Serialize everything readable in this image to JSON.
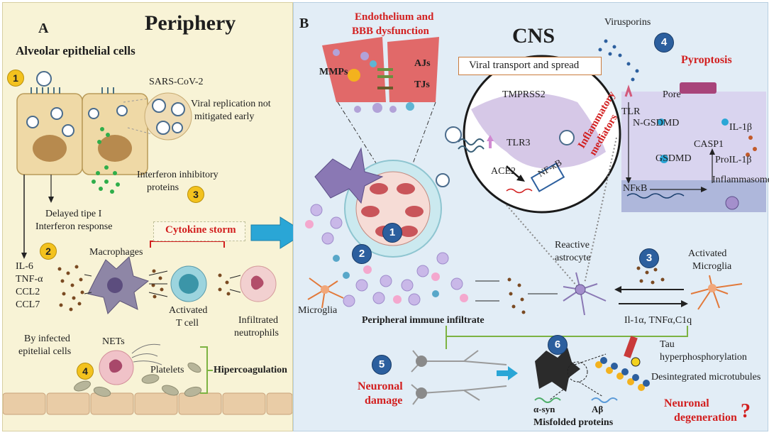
{
  "panelA": {
    "letter": "A",
    "title": "Periphery",
    "subtitle": "Alveolar epithelial cells",
    "sars": "SARS-CoV-2",
    "viral_replication": [
      "Viral replication not",
      "mitigated early"
    ],
    "interferon_inhibitory": [
      "Interferon inhibitory",
      "proteins"
    ],
    "delayed": [
      "Delayed tipe I",
      "Interferon response"
    ],
    "cytokine_storm": "Cytokine storm",
    "cytokines": [
      "IL-6",
      "TNF-α",
      "CCL2",
      "CCL7"
    ],
    "macrophages": "Macrophages",
    "activated_t": [
      "Activated",
      "T cell"
    ],
    "neutrophils": [
      "Infiltrated",
      "neutrophils"
    ],
    "by_infected": [
      "By infected",
      "epitelial cells"
    ],
    "nets": "NETs",
    "platelets": "Platelets",
    "hipercoagulation": "Hipercoagulation",
    "numbers": [
      "1",
      "2",
      "3",
      "4"
    ]
  },
  "panelB": {
    "letter": "B",
    "title": "CNS",
    "endothelium": [
      "Endothelium and",
      "BBB dysfunction"
    ],
    "mmps": "MMPs",
    "ajs": "AJs",
    "tjs": "TJs",
    "viral_transport": "Viral transport and spread",
    "tmprss2": "TMPRSS2",
    "ace2": "ACE2",
    "tlr3": "TLR3",
    "inflammatory_mediators": [
      "Inflammatory",
      "mediators"
    ],
    "nfkb_lower": "NF-κB",
    "virusporins": "Virusporins",
    "pyroptosis": "Pyroptosis",
    "pore": "Pore",
    "tlr": "TLR",
    "n_gsdmd": "N-GSDMD",
    "il1b": "IL-1β",
    "casp1": "CASP1",
    "gsdmd": "GSDMD",
    "proil1b": "ProIL-1β",
    "nfkb": "NFκB",
    "inflammasome": "Inflammasome",
    "reactive_astrocyte": [
      "Reactive",
      "astrocyte"
    ],
    "activated_microglia": [
      "Activated",
      "Microglia"
    ],
    "microglia": "Microglia",
    "peripheral_infiltrate": "Peripheral immune infiltrate",
    "il_cytokines": "Il-1α, TNFα,C1q",
    "tau": [
      "Tau",
      "hyperphosphorylation"
    ],
    "microtubules": "Desintegrated microtubules",
    "neuronal_damage": [
      "Neuronal",
      "damage"
    ],
    "alpha_syn": "α-syn",
    "abeta": "Aβ",
    "misfolded": "Misfolded proteins",
    "neuronal_degeneration": [
      "Neuronal",
      "degeneration"
    ],
    "question": "?",
    "numbers": [
      "1",
      "2",
      "3",
      "4",
      "5",
      "6"
    ]
  },
  "colors": {
    "panelA_bg": "#f8f3d6",
    "panelB_bg": "#e2edf6",
    "highlight_red": "#d21f1f",
    "arrow_blue": "#2aa6d6",
    "badge_yellow": "#f3c21e",
    "badge_blue": "#2c5f9e",
    "green_brace": "#7cb342"
  }
}
